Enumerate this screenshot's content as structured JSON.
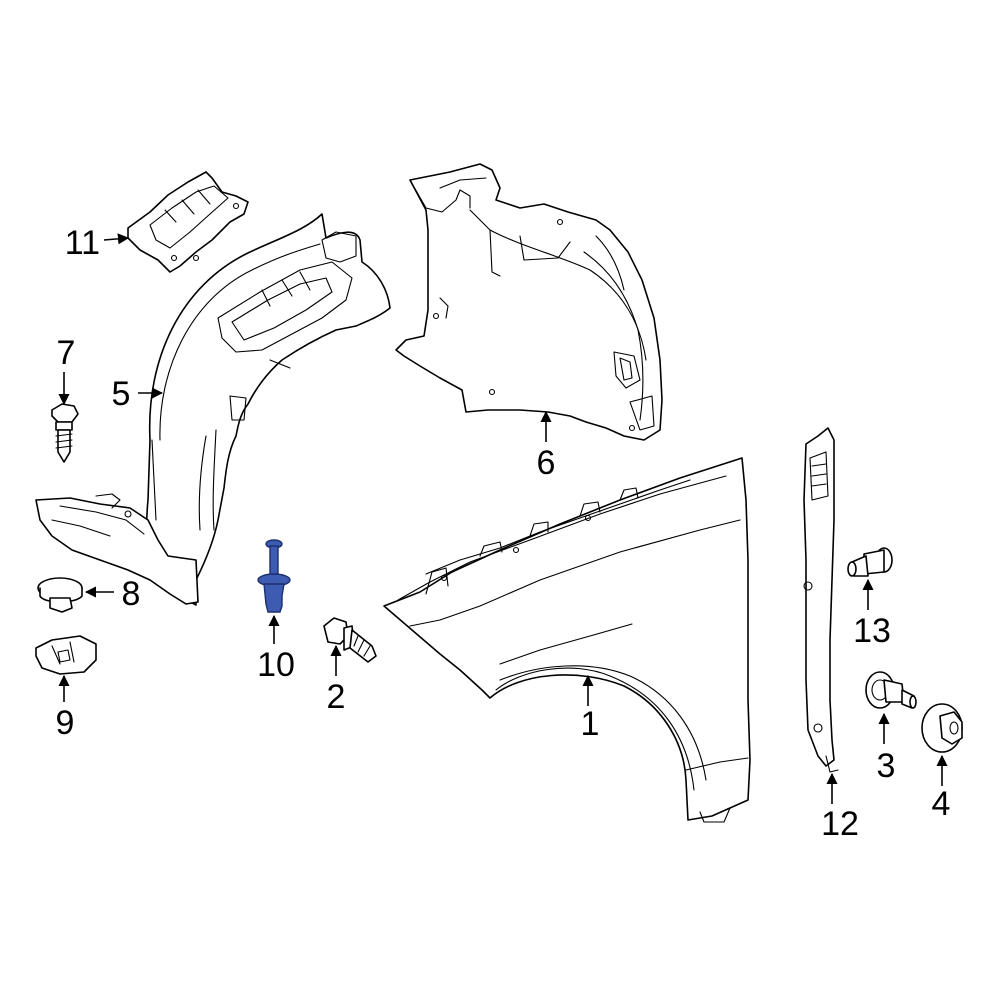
{
  "callouts": {
    "c1": "1",
    "c2": "2",
    "c3": "3",
    "c4": "4",
    "c5": "5",
    "c6": "6",
    "c7": "7",
    "c8": "8",
    "c9": "9",
    "c10": "10",
    "c11": "11",
    "c12": "12",
    "c13": "13"
  },
  "highlighted_part": "10",
  "colors": {
    "line": "#000000",
    "background": "#ffffff",
    "highlight_fill": "#3d5bb0",
    "highlight_stroke": "#1c2f6e"
  }
}
